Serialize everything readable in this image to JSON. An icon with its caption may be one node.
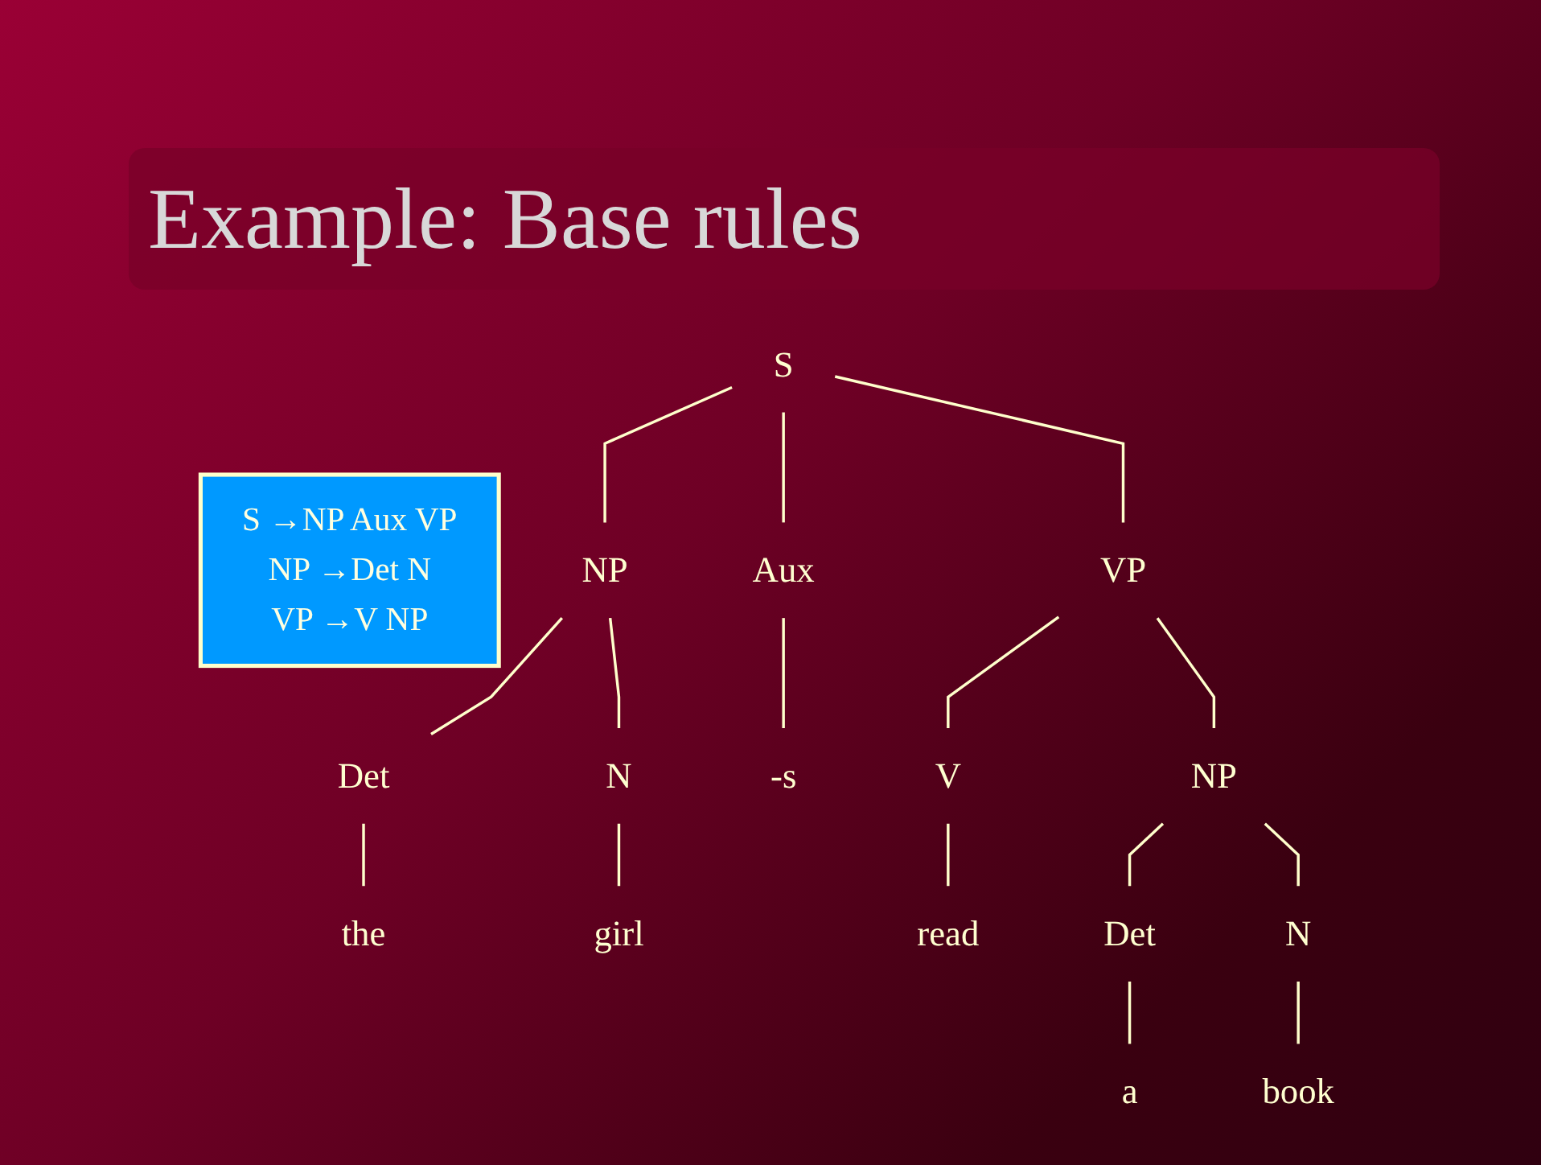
{
  "diagram": {
    "title": "Example: Base rules",
    "nodes": [
      {
        "text": [
          "S →NP Aux VP",
          "NP →Det N",
          "VP →V NP"
        ]
      },
      {
        "text": [
          "S"
        ]
      },
      {
        "text": [
          "NP"
        ]
      },
      {
        "text": [
          "Aux"
        ]
      },
      {
        "text": [
          "VP"
        ]
      },
      {
        "text": [
          "Det"
        ]
      },
      {
        "text": [
          "N"
        ]
      },
      {
        "text": [
          "-s"
        ]
      },
      {
        "text": [
          "V"
        ]
      },
      {
        "text": [
          "NP"
        ]
      },
      {
        "text": [
          "the"
        ]
      },
      {
        "text": [
          "girl"
        ]
      },
      {
        "text": [
          "read"
        ]
      },
      {
        "text": [
          "Det"
        ]
      },
      {
        "text": [
          "N"
        ]
      },
      {
        "text": [
          "a"
        ]
      },
      {
        "text": [
          "book"
        ]
      }
    ],
    "edges": [
      {
        "from": 1,
        "to": 2,
        "arrow": "none"
      },
      {
        "from": 1,
        "to": 3,
        "arrow": "none"
      },
      {
        "from": 1,
        "to": 4,
        "arrow": "none"
      },
      {
        "from": 2,
        "to": 5,
        "arrow": "none"
      },
      {
        "from": 2,
        "to": 6,
        "arrow": "none"
      },
      {
        "from": 3,
        "to": 7,
        "arrow": "none"
      },
      {
        "from": 4,
        "to": 8,
        "arrow": "none"
      },
      {
        "from": 4,
        "to": 9,
        "arrow": "none"
      },
      {
        "from": 5,
        "to": 10,
        "arrow": "none"
      },
      {
        "from": 6,
        "to": 11,
        "arrow": "none"
      },
      {
        "from": 8,
        "to": 12,
        "arrow": "none"
      },
      {
        "from": 9,
        "to": 13,
        "arrow": "none"
      },
      {
        "from": 9,
        "to": 14,
        "arrow": "none"
      },
      {
        "from": 13,
        "to": 15,
        "arrow": "none"
      },
      {
        "from": 14,
        "to": 16,
        "arrow": "none"
      }
    ]
  }
}
